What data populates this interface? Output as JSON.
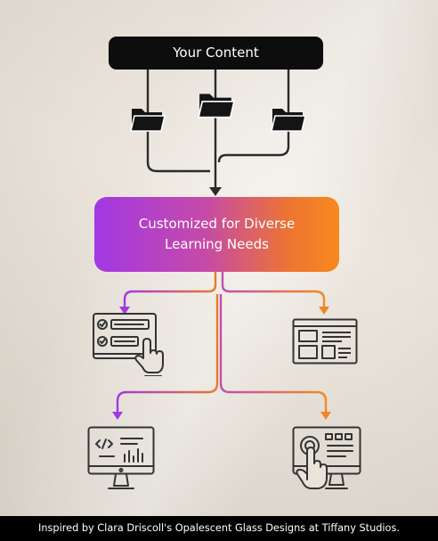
{
  "diagram": {
    "top_label": "Your Content",
    "center_label_line1": "Customized for Diverse",
    "center_label_line2": "Learning Needs",
    "icons": [
      "folder-icon",
      "folder-icon",
      "folder-icon",
      "checklist-click-icon",
      "web-layout-icon",
      "code-monitor-icon",
      "touch-screen-icon"
    ]
  },
  "colors": {
    "connector_dark": "#2b2b2b",
    "gradient_start": "#a338e4",
    "gradient_end": "#f7891f"
  },
  "footer": {
    "text": "Inspired by Clara Driscoll's Opalescent Glass Designs at Tiffany Studios."
  }
}
